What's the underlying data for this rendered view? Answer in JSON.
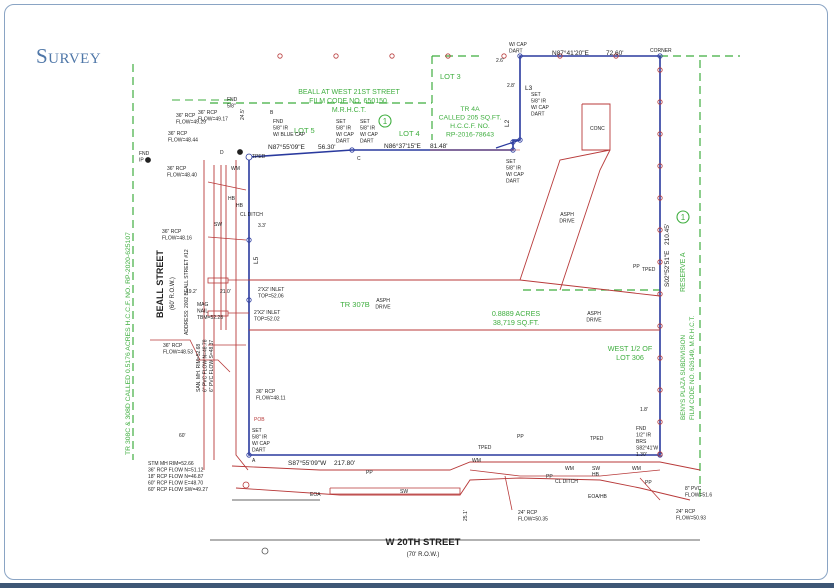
{
  "title": "Survey",
  "colors": {
    "boundary": "#2a3a9e",
    "green": "#3fae3f",
    "red": "#b83a3a",
    "ink": "#222222",
    "frame": "#8aa4c4",
    "title": "#4f77a8"
  },
  "green_labels": {
    "beall_west": [
      "BEALL AT WEST 21ST STREET",
      "FILM CODE NO. 650150,",
      "M.R.H.C.T."
    ],
    "lot3": "LOT 3",
    "lot4": "LOT 4",
    "lot5": "LOT 5",
    "tr4a": [
      "TR 4A",
      "CALLED 205 SQ.FT.",
      "H.C.C.F. NO.",
      "RP-2016-78643"
    ],
    "tr307b": "TR 307B",
    "acres": [
      "0.8889 ACRES",
      "38,719 SQ.FT."
    ],
    "west_half": [
      "WEST 1/2 OF",
      "LOT 306"
    ],
    "reserve": "RESERVE A",
    "benys": [
      "BENYS PLAZA SUBDIVISION",
      "FILM CODE NO. 626149, M.R.H.C.T."
    ],
    "tr308c": "TR 308C & 308D CALLED 0.5176 ACRES H.C.C.F. NO. RP-2020-625107",
    "circle1": "1"
  },
  "streets": {
    "beall": "BEALL STREET",
    "beall_row": "(60' R.O.W.)",
    "beall_address": "ADDRESS: 2002 BEALL STREET #12",
    "w20": "W 20TH STREET",
    "w20_row": "(70' R.O.W.)"
  },
  "bearings": {
    "top_right": "N87°41'20\"E",
    "top_right_dist": "72.60'",
    "lot5_bearing": "N87°55'09\"E",
    "lot5_dist": "56.30'",
    "lot4_bearing": "N86°37'15\"E",
    "lot4_dist": "81.48'",
    "east_bearing": "S02°52'51\"E",
    "east_dist": "210.45'",
    "south_bearing": "S87°55'09\"W",
    "south_dist": "217.80'",
    "l2": "L2",
    "l3": "L3",
    "l5": "L5",
    "corner": "CORNER"
  },
  "annotations": {
    "conc": "CONC",
    "asph_drive": [
      "ASPH",
      "DRIVE"
    ],
    "tr_asph_drive": [
      "ASPH",
      "DRIVE"
    ],
    "e_asph_drive": [
      "ASPH",
      "DRIVE"
    ],
    "inlet1": [
      "2'X2' INLET",
      "TOP=52.06"
    ],
    "inlet2": [
      "2'X2' INLET",
      "TOP=52.02"
    ],
    "mag_nail": [
      "MAG",
      "NAIL",
      "TBM=52.28"
    ],
    "d19": "19.2'",
    "d21": "21.0'",
    "d33": "3.3'",
    "d60": "60'",
    "d18": "1.8'",
    "d25": "25.1'",
    "d28": "2.8'",
    "d26": "2.6'",
    "d24": "24.5'",
    "pob": "POB",
    "fnd_ip": [
      "FND",
      "IP"
    ],
    "fnd_58": [
      "FND",
      "5/8\""
    ],
    "fnd_blue": [
      "FND",
      "5/8\" IR",
      "W/ BLUE CAP"
    ],
    "set_cap_1": [
      "SET",
      "5/8\" IR",
      "W/ CAP",
      "DART"
    ],
    "set_cap_2": [
      "SET",
      "5/8\" IR",
      "W/ CAP",
      "DART"
    ],
    "set_cap_3": [
      "SET",
      "5/8\" IR",
      "W/ CAP",
      "DART"
    ],
    "set_cap_4": [
      "SET",
      "5/8\" IR",
      "W/ CAP",
      "DART"
    ],
    "set_cap_5": [
      "SET",
      "5/8\" IR",
      "W/ CAP",
      "DART"
    ],
    "wcap_top": [
      "W/ CAP",
      "DART"
    ],
    "fnd_half": [
      "FND",
      "1/2\" IR",
      "BRS",
      "S82°41'W",
      "1.30'"
    ],
    "rcp1": [
      "36\" RCP",
      "FLOW=49.29"
    ],
    "rcp2": [
      "36\" RCP",
      "FLOW=49.17"
    ],
    "rcp3": [
      "36\" RCP",
      "FLOW=48.44"
    ],
    "rcp4": [
      "36\" RCP",
      "FLOW=48.40"
    ],
    "rcp5": [
      "36\" RCP",
      "FLOW=48.16"
    ],
    "rcp6": [
      "36\" RCP",
      "FLOW=48.53"
    ],
    "rcp7": [
      "36\" RCP",
      "FLOW=48.11"
    ],
    "san_mh": [
      "SAN. MH. RIM=52.68",
      "6\" PVC FLOW N=48.78",
      "6\" PVC FLOW S=48.37"
    ],
    "stm_mh": [
      "STM MH RIM=52.66",
      "36\" RCP FLOW N=51.12",
      "18\" RCP FLOW N=46.87",
      "60\" RCP FLOW E=48.70",
      "60\" RCP FLOW SW=49.27"
    ],
    "rcp24a": [
      "24\" RCP",
      "FLOW=50.35"
    ],
    "rcp24b": [
      "24\" RCP",
      "FLOW=50.93"
    ],
    "pvc8": [
      "8\" PVC",
      "FLOW=51.6"
    ],
    "cl_ditch": "CL DITCH",
    "cl_ditch_s": "CL DITCH",
    "eoa": "EOA",
    "eoa_hb": "EOA/HB",
    "sw": "SW",
    "sw2": "SW",
    "sw3": "SW",
    "hb": "HB",
    "hb2": "HB",
    "hb3": "HB",
    "pp": "PP",
    "tped": "TPED",
    "wm": "WM",
    "pt_a": "A",
    "pt_b": "B",
    "pt_c": "C",
    "pt_d": "D"
  }
}
